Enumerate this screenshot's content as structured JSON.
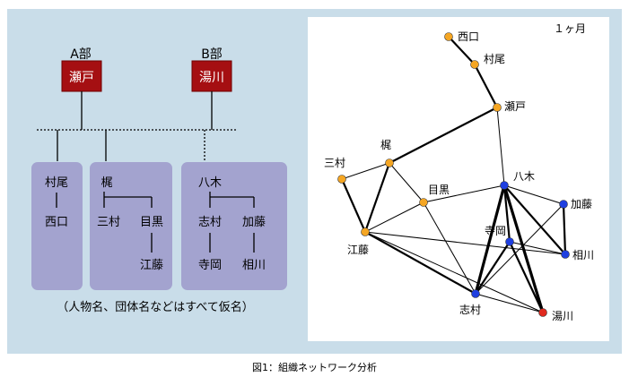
{
  "org_chart": {
    "dept_a": {
      "label": "A部",
      "head": "瀬戸"
    },
    "dept_b": {
      "label": "B部",
      "head": "湯川"
    },
    "groups": [
      {
        "items": [
          "村尾",
          "西口"
        ]
      },
      {
        "leader": "梶",
        "members": [
          "三村",
          "目黒",
          "江藤"
        ]
      },
      {
        "leader": "八木",
        "members": [
          "志村",
          "加藤",
          "寺岡",
          "相川"
        ]
      }
    ],
    "note": "（人物名、団体名などはすべて仮名）"
  },
  "network": {
    "period_label": "１ヶ月",
    "nodes": [
      {
        "id": "nishiguchi",
        "label": "西口",
        "color": "#f5a623"
      },
      {
        "id": "murao",
        "label": "村尾",
        "color": "#f5a623"
      },
      {
        "id": "seto",
        "label": "瀬戸",
        "color": "#f5a623"
      },
      {
        "id": "kaji",
        "label": "梶",
        "color": "#f5a623"
      },
      {
        "id": "mimura",
        "label": "三村",
        "color": "#f5a623"
      },
      {
        "id": "meguro",
        "label": "目黒",
        "color": "#f5a623"
      },
      {
        "id": "eto",
        "label": "江藤",
        "color": "#f5a623"
      },
      {
        "id": "yagi",
        "label": "八木",
        "color": "#1f3fe0"
      },
      {
        "id": "kato",
        "label": "加藤",
        "color": "#1f3fe0"
      },
      {
        "id": "teraoka",
        "label": "寺岡",
        "color": "#1f3fe0"
      },
      {
        "id": "aikawa",
        "label": "相川",
        "color": "#1f3fe0"
      },
      {
        "id": "shimura",
        "label": "志村",
        "color": "#1f3fe0"
      },
      {
        "id": "yukawa",
        "label": "湯川",
        "color": "#e02a1f"
      }
    ],
    "edges": [
      {
        "a": "nishiguchi",
        "b": "murao",
        "w": 2
      },
      {
        "a": "murao",
        "b": "seto",
        "w": 2
      },
      {
        "a": "seto",
        "b": "kaji",
        "w": 2
      },
      {
        "a": "seto",
        "b": "yagi",
        "w": 1
      },
      {
        "a": "kaji",
        "b": "mimura",
        "w": 1
      },
      {
        "a": "kaji",
        "b": "eto",
        "w": 2
      },
      {
        "a": "kaji",
        "b": "meguro",
        "w": 1
      },
      {
        "a": "mimura",
        "b": "eto",
        "w": 2
      },
      {
        "a": "meguro",
        "b": "eto",
        "w": 1
      },
      {
        "a": "meguro",
        "b": "yagi",
        "w": 1
      },
      {
        "a": "meguro",
        "b": "shimura",
        "w": 1
      },
      {
        "a": "eto",
        "b": "shimura",
        "w": 2
      },
      {
        "a": "eto",
        "b": "aikawa",
        "w": 1
      },
      {
        "a": "eto",
        "b": "yukawa",
        "w": 1
      },
      {
        "a": "yagi",
        "b": "kato",
        "w": 1
      },
      {
        "a": "yagi",
        "b": "teraoka",
        "w": 2
      },
      {
        "a": "yagi",
        "b": "aikawa",
        "w": 2
      },
      {
        "a": "yagi",
        "b": "shimura",
        "w": 3
      },
      {
        "a": "yagi",
        "b": "yukawa",
        "w": 3
      },
      {
        "a": "kato",
        "b": "aikawa",
        "w": 2
      },
      {
        "a": "kato",
        "b": "shimura",
        "w": 1
      },
      {
        "a": "teraoka",
        "b": "shimura",
        "w": 2
      },
      {
        "a": "teraoka",
        "b": "yukawa",
        "w": 2
      },
      {
        "a": "teraoka",
        "b": "aikawa",
        "w": 1
      },
      {
        "a": "shimura",
        "b": "yukawa",
        "w": 1
      }
    ]
  },
  "caption": "図1：組織ネットワーク分析"
}
